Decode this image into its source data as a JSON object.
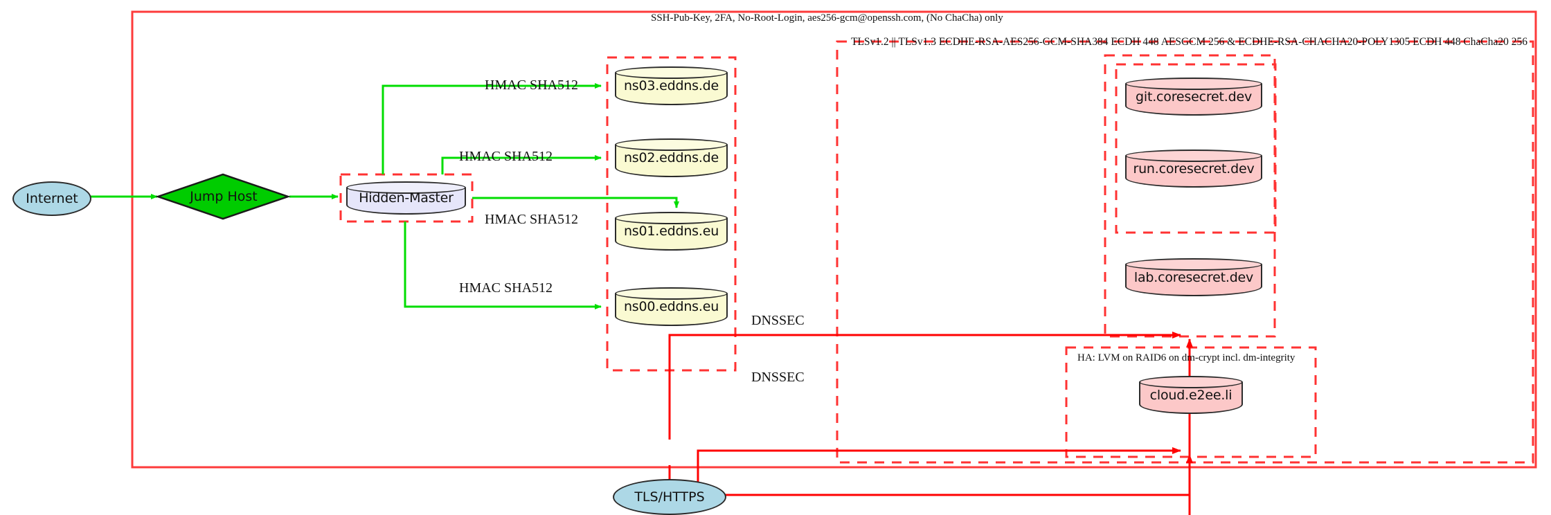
{
  "diagram": {
    "title_label": "SSH-Pub-Key, 2FA, No-Root-Login, aes256-gcm@openssh.com, (No ChaCha) only",
    "tls_cluster_label": "TLSv1.2 || TLSv1.3 ECDHE-RSA-AES256-GCM-SHA384 ECDH 448 AESGCM 256 & ECDHE-RSA-CHACHA20-POLY1305 ECDH 448 ChaCha20 256",
    "ha_cluster_label": "HA: LVM on RAID6 on dm-crypt incl. dm-integrity"
  },
  "nodes": {
    "internet": {
      "label": "Internet",
      "shape": "ellipse",
      "fill": "#add8e6"
    },
    "jump_host": {
      "label": "Jump Host",
      "shape": "diamond",
      "fill": "#00cc00"
    },
    "hidden_master": {
      "label": "Hidden-Master",
      "shape": "cylinder",
      "fill": "#e6e6fa"
    },
    "ns03": {
      "label": "ns03.eddns.de",
      "shape": "cylinder",
      "fill": "#fafad2"
    },
    "ns02": {
      "label": "ns02.eddns.de",
      "shape": "cylinder",
      "fill": "#fafad2"
    },
    "ns01": {
      "label": "ns01.eddns.eu",
      "shape": "cylinder",
      "fill": "#fafad2"
    },
    "ns00": {
      "label": "ns00.eddns.eu",
      "shape": "cylinder",
      "fill": "#fafad2"
    },
    "git": {
      "label": "git.coresecret.dev",
      "shape": "cylinder",
      "fill": "#fcc8c8"
    },
    "run": {
      "label": "run.coresecret.dev",
      "shape": "cylinder",
      "fill": "#fcc8c8"
    },
    "lab": {
      "label": "lab.coresecret.dev",
      "shape": "cylinder",
      "fill": "#fcc8c8"
    },
    "cloud": {
      "label": "cloud.e2ee.li",
      "shape": "cylinder",
      "fill": "#fcc8c8"
    },
    "tls_https": {
      "label": "TLS/HTTPS",
      "shape": "ellipse",
      "fill": "#add8e6"
    }
  },
  "edges": {
    "hmac_ns03": "HMAC SHA512",
    "hmac_ns02": "HMAC SHA512",
    "hmac_ns01": "HMAC SHA512",
    "hmac_ns00": "HMAC SHA512",
    "dnssec_upper": "DNSSEC",
    "dnssec_lower": "DNSSEC"
  },
  "colors": {
    "boundary_red": "#fd3b3b",
    "dashed_red": "#ff3232",
    "edge_green": "#00dd00",
    "edge_red": "#ff0000",
    "node_stroke": "#2b2b2b"
  }
}
